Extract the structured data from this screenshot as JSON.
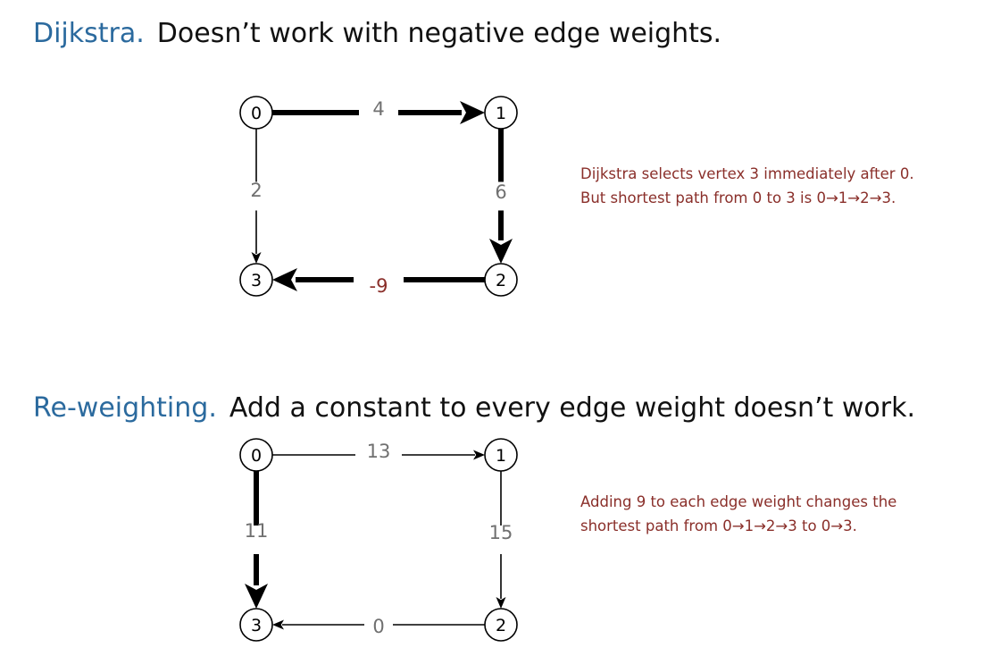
{
  "section1": {
    "term": "Dijkstra.",
    "text": "Doesn’t work with negative edge weights.",
    "note_lines": [
      "Dijkstra selects vertex 3 immediately after 0.",
      "But shortest path from 0 to 3 is 0→1→2→3."
    ],
    "graph": {
      "vertices": [
        "0",
        "1",
        "2",
        "3"
      ],
      "edges": [
        {
          "from": "0",
          "to": "1",
          "weight": "4",
          "bold": true
        },
        {
          "from": "1",
          "to": "2",
          "weight": "6",
          "bold": true
        },
        {
          "from": "2",
          "to": "3",
          "weight": "-9",
          "bold": true,
          "negative": true
        },
        {
          "from": "0",
          "to": "3",
          "weight": "2",
          "bold": false
        }
      ]
    }
  },
  "section2": {
    "term": "Re-weighting.",
    "text": "Add a constant to every edge weight doesn’t work.",
    "note_lines": [
      "Adding 9 to each edge weight changes the",
      "shortest path from 0→1→2→3 to 0→3."
    ],
    "graph": {
      "vertices": [
        "0",
        "1",
        "2",
        "3"
      ],
      "edges": [
        {
          "from": "0",
          "to": "1",
          "weight": "13",
          "bold": false
        },
        {
          "from": "1",
          "to": "2",
          "weight": "15",
          "bold": false
        },
        {
          "from": "2",
          "to": "3",
          "weight": "0",
          "bold": false
        },
        {
          "from": "0",
          "to": "3",
          "weight": "11",
          "bold": true
        }
      ]
    }
  },
  "colors": {
    "term": "#2b6a9e",
    "note": "#8a2f2a",
    "weight": "#707070",
    "negative_weight": "#8a2f2a"
  }
}
